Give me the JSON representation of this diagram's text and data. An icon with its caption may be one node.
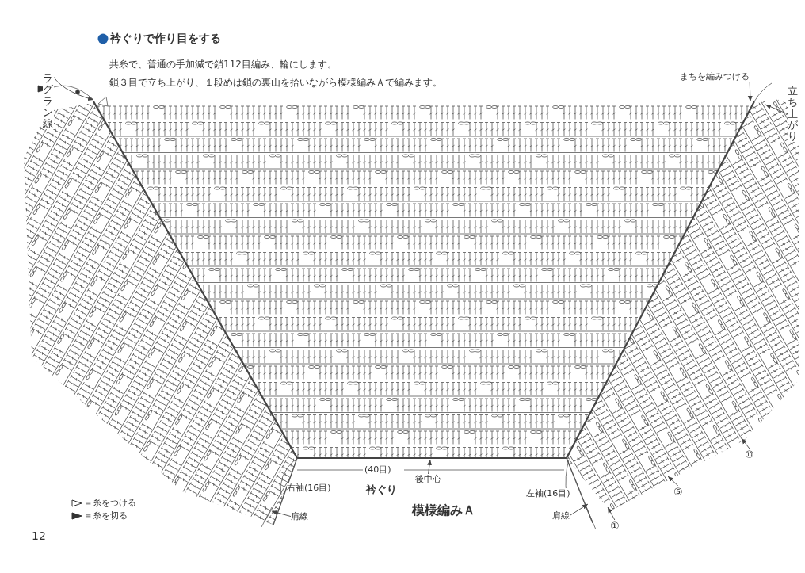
{
  "diagram": {
    "title": "衿ぐりで作り目をする",
    "nodes": [
      {
        "text": [
          "ラグラン線"
        ]
      },
      {
        "text": [
          "まちを編みつける"
        ]
      },
      {
        "text": [
          "立ち上がり"
        ]
      },
      {
        "text": [
          "後中心"
        ]
      },
      {
        "text": [
          "肩線"
        ]
      },
      {
        "text": [
          "肩線"
        ]
      },
      {
        "text": [
          "①"
        ]
      },
      {
        "text": [
          "⑤"
        ]
      },
      {
        "text": [
          "⑩"
        ]
      }
    ],
    "edges": [
      {
        "from": 0,
        "to": null,
        "arrow": "to"
      },
      {
        "from": 1,
        "to": null,
        "arrow": "to"
      },
      {
        "from": 2,
        "to": null,
        "arrow": "to"
      },
      {
        "from": 3,
        "to": null,
        "arrow": "to"
      },
      {
        "from": 4,
        "to": null,
        "arrow": "to"
      },
      {
        "from": 5,
        "to": null,
        "arrow": "to"
      },
      {
        "from": 6,
        "to": null,
        "arrow": "to"
      },
      {
        "from": 7,
        "to": null,
        "arrow": "to"
      },
      {
        "from": 8,
        "to": null,
        "arrow": "to"
      }
    ],
    "labels": [
      "共糸で、普通の手加減で鎖112目編み、輪にします。",
      "鎖３目で立ち上がり、１段めは鎖の裏山を拾いながら模様編みＡで編みます。",
      "(40目)",
      "衿ぐり",
      "右袖(16目)",
      "左袖(16目)",
      "模様編みＡ",
      "12"
    ],
    "legend": [
      {
        "text": "＝糸をつける"
      },
      {
        "text": "＝糸を切る"
      }
    ]
  }
}
